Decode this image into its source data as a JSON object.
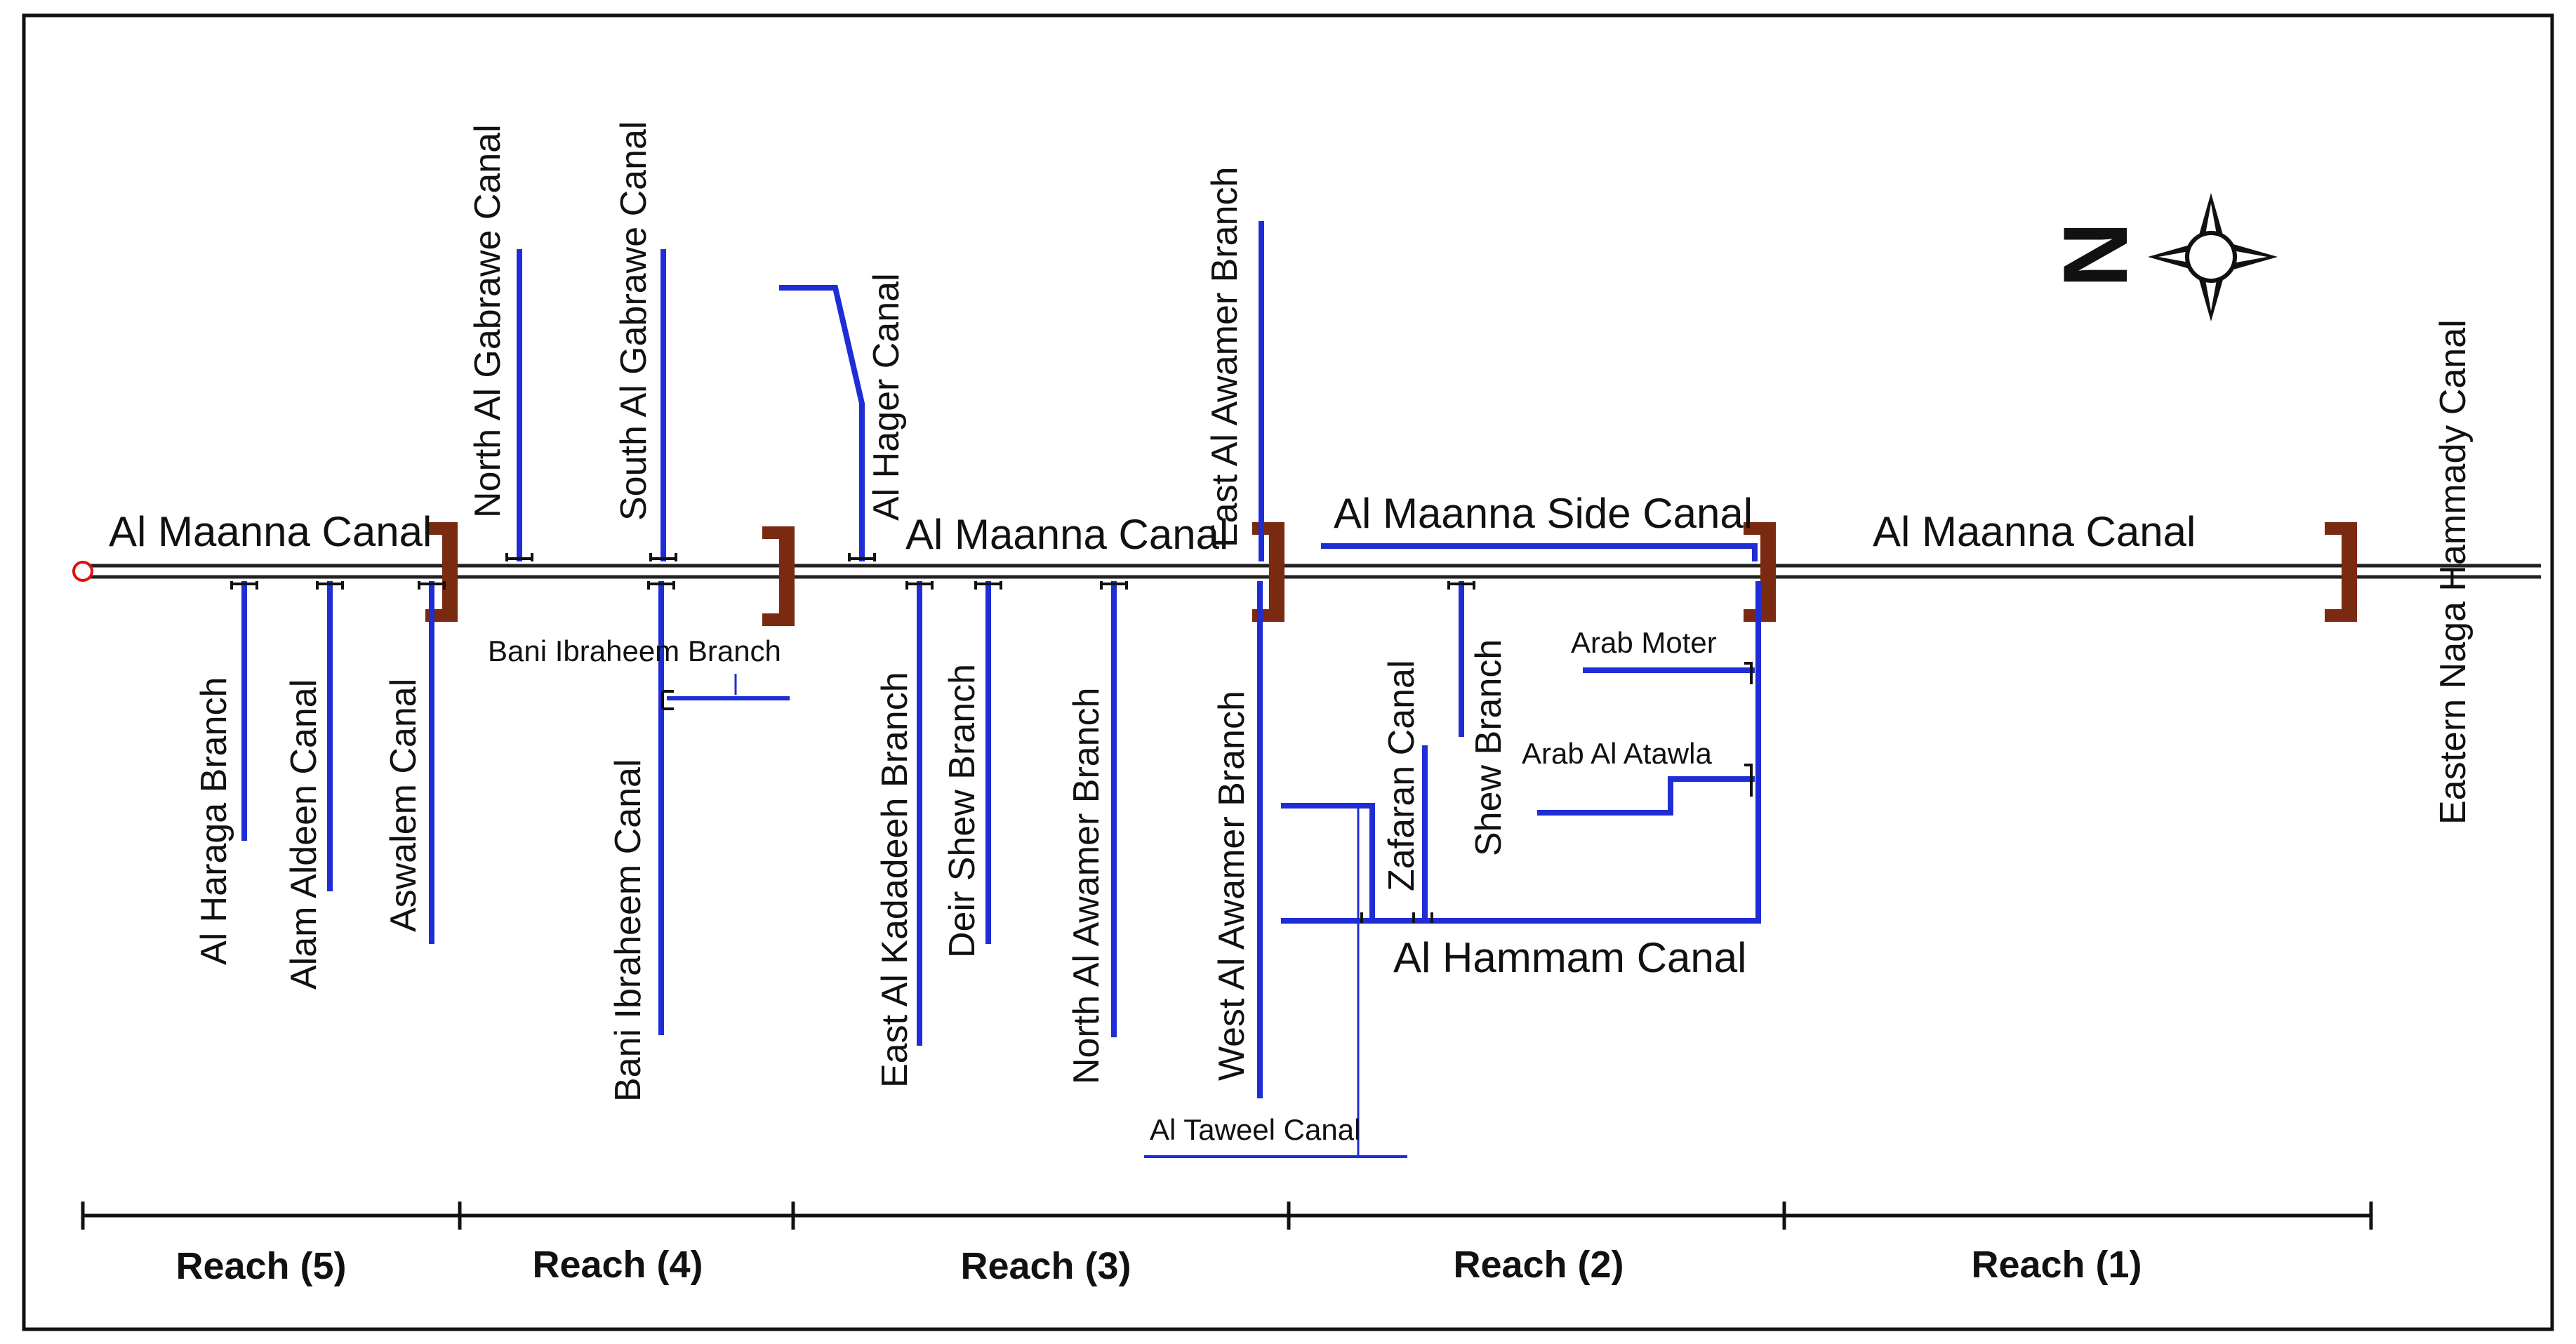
{
  "diagram": {
    "main_canal_labels": [
      "Al Maanna Canal",
      "Al Maanna Canal",
      "Al Maanna Canal"
    ],
    "side_canal": "Al Maanna Side Canal",
    "north_branches": [
      "North Al Gabrawe Canal",
      "South Al Gabrawe Canal",
      "Al Hager Canal",
      "East Al Awamer Branch"
    ],
    "south_branches": [
      "Al Haraga Branch",
      "Alam Aldeen Canal",
      "Aswalem Canal",
      "Bani Ibraheem Branch",
      "Bani Ibraheem Canal",
      "East Al Kadadeeh Branch",
      "Deir Shew Branch",
      "North Al Awamer Branch",
      "West Al Awamer Branch",
      "Zafaran Canal",
      "Shew Branch",
      "Arab Moter",
      "Arab Al Atawla",
      "Al Hammam Canal",
      "Al Taweel Canal"
    ],
    "tail_canal": "Eastern Naga Hammady Canal",
    "compass_letter": "N",
    "reaches": [
      "Reach (5)",
      "Reach (4)",
      "Reach (3)",
      "Reach (2)",
      "Reach (1)"
    ],
    "colors": {
      "canal_line": "#1f2dd6",
      "main_canal": "#222222",
      "regulator": "#7a2a10",
      "frame": "#111111"
    }
  }
}
